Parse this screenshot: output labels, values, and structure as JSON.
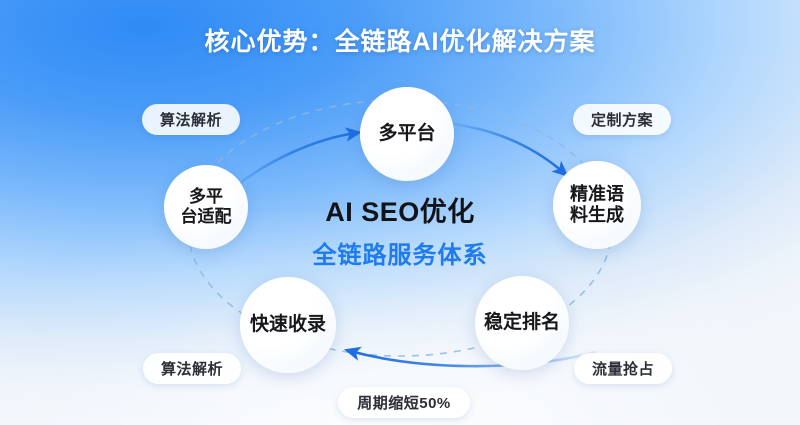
{
  "header": {
    "title": "核心优势：全链路AI优化解决方案"
  },
  "center": {
    "main_label": "AI SEO优化",
    "sub_label": "全链路服务体系",
    "main_color": "#121317",
    "sub_color": "#1f7bf0"
  },
  "nodes": [
    {
      "id": "multi-platform",
      "label": "多平台",
      "lines": [
        "多平台"
      ]
    },
    {
      "id": "precise-corpus",
      "label": "精准语料生成",
      "lines": [
        "精准语",
        "料生成"
      ]
    },
    {
      "id": "stable-ranking",
      "label": "稳定排名",
      "lines": [
        "稳定排名"
      ]
    },
    {
      "id": "fast-index",
      "label": "快速收录",
      "lines": [
        "快速收录"
      ]
    },
    {
      "id": "multi-platform-adapt",
      "label": "多平台适配",
      "lines": [
        "多平",
        "台适配"
      ]
    }
  ],
  "tags": [
    {
      "id": "algorithm-analysis-top",
      "label": "算法解析"
    },
    {
      "id": "custom-solution",
      "label": "定制方案"
    },
    {
      "id": "traffic-capture",
      "label": "流量抢占"
    },
    {
      "id": "cycle-shorten",
      "label": "周期缩短50%"
    },
    {
      "id": "algorithm-analysis-bottom",
      "label": "算法解析"
    }
  ],
  "theme": {
    "background_top": "#2f8bf5",
    "background_bottom": "#f2f6fb",
    "arrow_color": "#1f6fe0",
    "dashed_color": "#8fb7dd",
    "title_color": "#ffffff"
  }
}
